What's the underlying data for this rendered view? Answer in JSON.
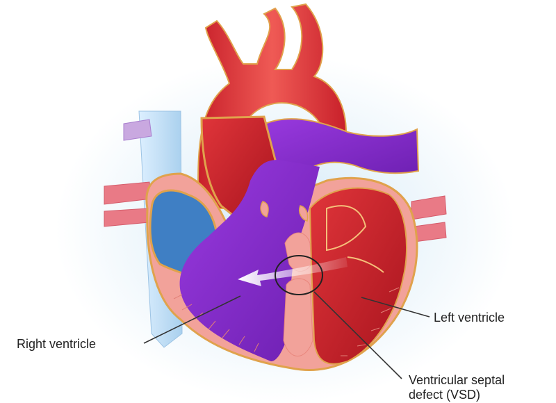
{
  "labels": {
    "left_ventricle": "Left ventricle",
    "right_ventricle": "Right ventricle",
    "vsd_line1": "Ventricular septal",
    "vsd_line2": "defect (VSD)"
  },
  "colors": {
    "oxygenated": "#d8262e",
    "deoxygenated": "#8a2fd0",
    "atrium_blue": "#3f7fc4",
    "muscle": "#f2a29a",
    "outline": "#e0a24c",
    "halo": "#cfe7f6"
  }
}
